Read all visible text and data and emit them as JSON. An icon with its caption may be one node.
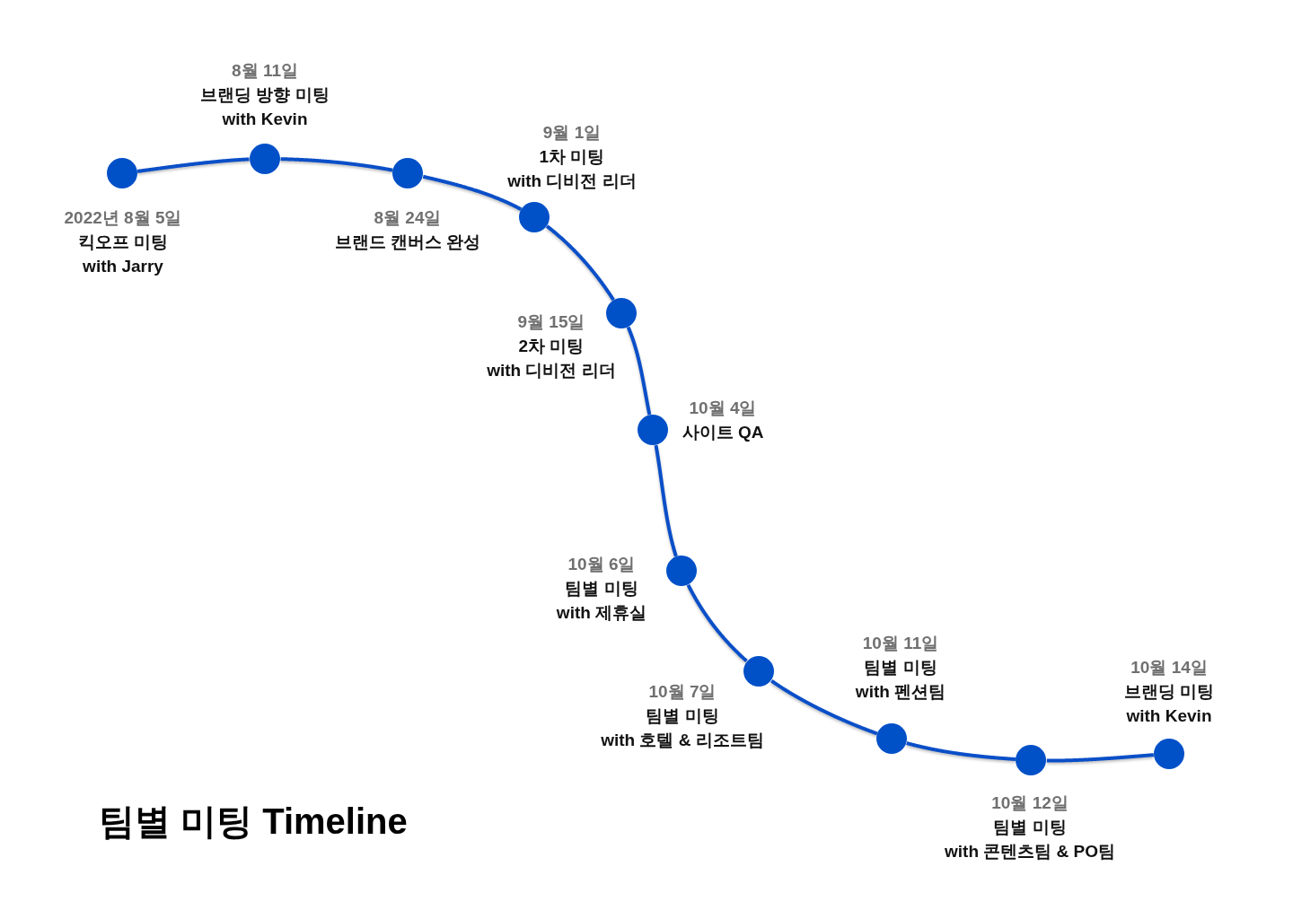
{
  "diagram": {
    "title": "팀별 미팅 Timeline",
    "nodes": [
      {
        "text": [],
        "shape": "circle",
        "beside": [
          "2022년 8월 5일",
          "킥오프 미팅",
          "with Jarry"
        ]
      },
      {
        "text": [],
        "shape": "circle",
        "beside": [
          "8월 11일",
          "브랜딩 방향 미팅",
          "with Kevin"
        ]
      },
      {
        "text": [],
        "shape": "circle",
        "beside": [
          "8월 24일",
          "브랜드 캔버스 완성"
        ]
      },
      {
        "text": [],
        "shape": "circle",
        "beside": [
          "9월 1일",
          "1차 미팅",
          "with 디비전 리더"
        ]
      },
      {
        "text": [],
        "shape": "circle",
        "beside": [
          "9월 15일",
          "2차 미팅",
          "with 디비전 리더"
        ]
      },
      {
        "text": [],
        "shape": "circle",
        "beside": [
          "10월 4일",
          "사이트 QA"
        ]
      },
      {
        "text": [],
        "shape": "circle",
        "beside": [
          "10월 6일",
          "팀별 미팅",
          "with 제휴실"
        ]
      },
      {
        "text": [],
        "shape": "circle",
        "beside": [
          "10월 7일",
          "팀별 미팅",
          "with 호텔 & 리조트팀"
        ]
      },
      {
        "text": [],
        "shape": "circle",
        "beside": [
          "10월 11일",
          "팀별 미팅",
          "with 펜션팀"
        ]
      },
      {
        "text": [],
        "shape": "circle",
        "beside": [
          "10월 12일",
          "팀별 미팅",
          "with 콘텐츠팀 & PO팀"
        ]
      },
      {
        "text": [],
        "shape": "circle",
        "beside": [
          "10월 14일",
          "브랜딩 미팅",
          "with Kevin"
        ]
      }
    ],
    "edges": [
      {
        "from": 0,
        "to": 1,
        "arrow": "none"
      },
      {
        "from": 1,
        "to": 2,
        "arrow": "none"
      },
      {
        "from": 2,
        "to": 3,
        "arrow": "none"
      },
      {
        "from": 3,
        "to": 4,
        "arrow": "none"
      },
      {
        "from": 4,
        "to": 5,
        "arrow": "none"
      },
      {
        "from": 5,
        "to": 6,
        "arrow": "none"
      },
      {
        "from": 6,
        "to": 7,
        "arrow": "none"
      },
      {
        "from": 7,
        "to": 8,
        "arrow": "none"
      },
      {
        "from": 8,
        "to": 9,
        "arrow": "none"
      },
      {
        "from": 9,
        "to": 10,
        "arrow": "none"
      }
    ]
  }
}
